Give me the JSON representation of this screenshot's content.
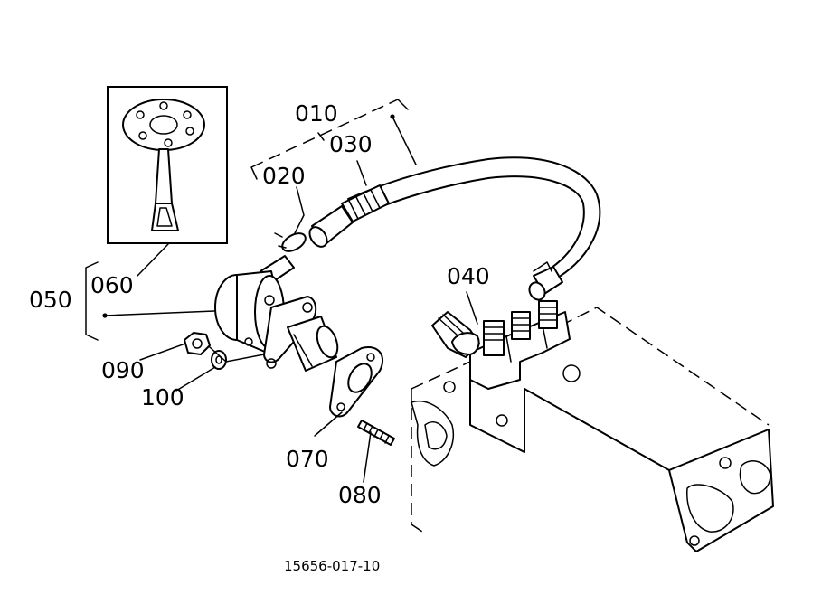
{
  "labels": {
    "p010": "010",
    "p020": "020",
    "p030": "030",
    "p040": "040",
    "p050": "050",
    "p060": "060",
    "p070": "070",
    "p080": "080",
    "p090": "090",
    "p100": "100"
  },
  "drawing_code": "15656-017-10"
}
